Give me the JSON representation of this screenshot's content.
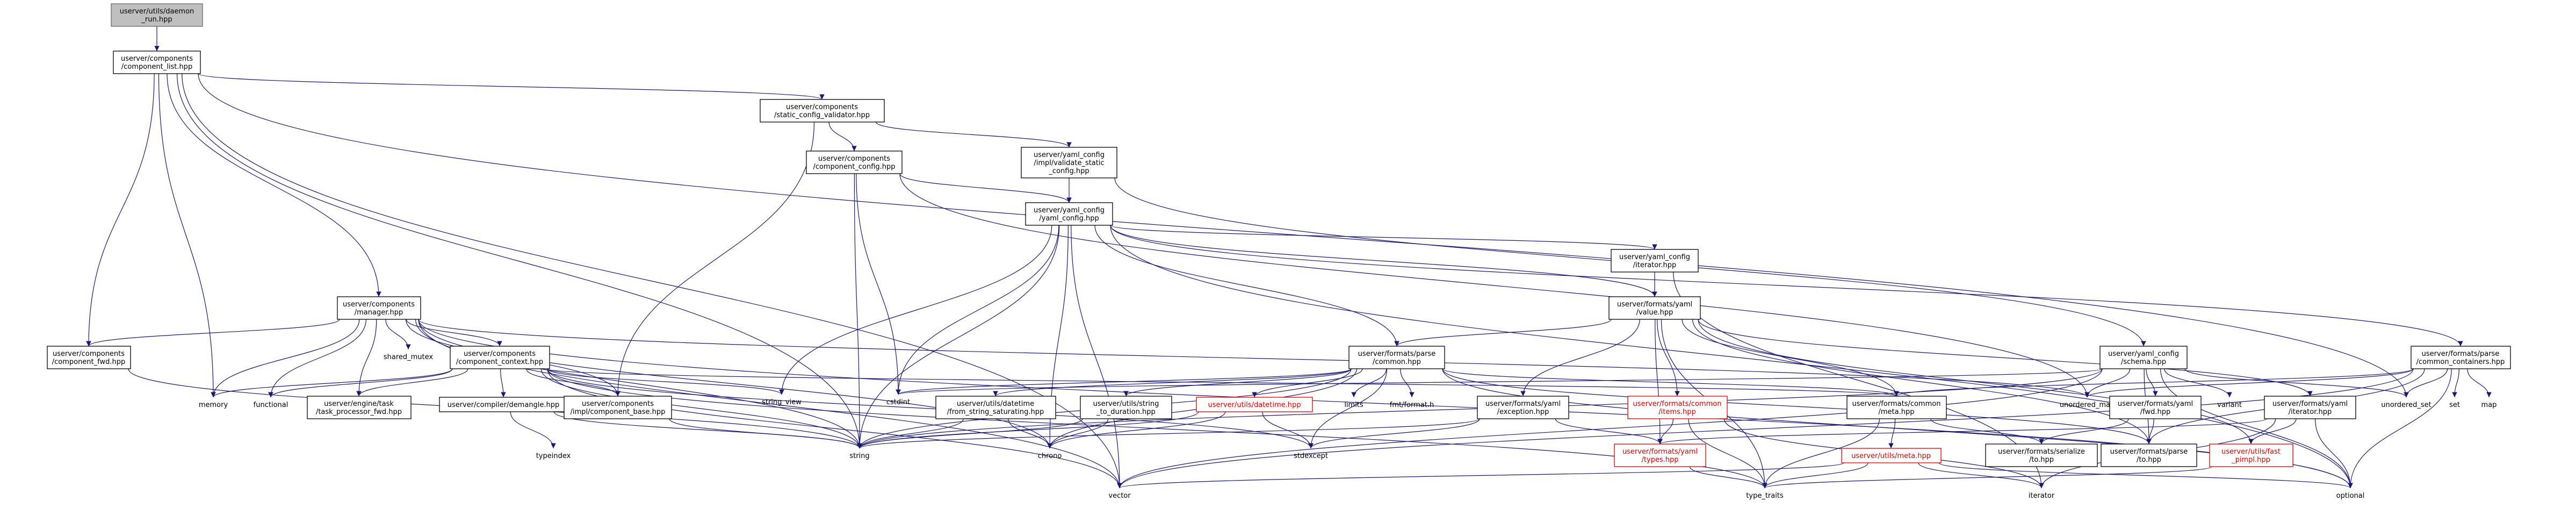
{
  "colors": {
    "edge": "#191970",
    "root_fill": "#bfbfbf",
    "missing_border": "#e00000",
    "box_border": "#000000"
  },
  "nodes": [
    {
      "id": "root",
      "lines": [
        "userver/utils/daemon",
        "_run.hpp"
      ],
      "style": "root"
    },
    {
      "id": "component_list",
      "lines": [
        "userver/components",
        "/component_list.hpp"
      ]
    },
    {
      "id": "static_config_validator",
      "lines": [
        "userver/components",
        "/static_config_validator.hpp"
      ]
    },
    {
      "id": "component_config",
      "lines": [
        "userver/components",
        "/component_config.hpp"
      ]
    },
    {
      "id": "validate_static_config",
      "lines": [
        "userver/yaml_config",
        "/impl/validate_static",
        "_config.hpp"
      ]
    },
    {
      "id": "yaml_config",
      "lines": [
        "userver/yaml_config",
        "/yaml_config.hpp"
      ]
    },
    {
      "id": "manager",
      "lines": [
        "userver/components",
        "/manager.hpp"
      ]
    },
    {
      "id": "component_fwd",
      "lines": [
        "userver/components",
        "/component_fwd.hpp"
      ]
    },
    {
      "id": "component_context",
      "lines": [
        "userver/components",
        "/component_context.hpp"
      ]
    },
    {
      "id": "shared_mutex",
      "lines": [
        "shared_mutex"
      ],
      "style": "plain"
    },
    {
      "id": "memory",
      "lines": [
        "memory"
      ],
      "style": "plain"
    },
    {
      "id": "functional",
      "lines": [
        "functional"
      ],
      "style": "plain"
    },
    {
      "id": "task_processor_fwd",
      "lines": [
        "userver/engine/task",
        "/task_processor_fwd.hpp"
      ]
    },
    {
      "id": "demangle",
      "lines": [
        "userver/compiler/demangle.hpp"
      ]
    },
    {
      "id": "component_base",
      "lines": [
        "userver/components",
        "/impl/component_base.hpp"
      ]
    },
    {
      "id": "typeindex",
      "lines": [
        "typeindex"
      ],
      "style": "plain"
    },
    {
      "id": "string_view",
      "lines": [
        "string_view"
      ],
      "style": "plain"
    },
    {
      "id": "string",
      "lines": [
        "string"
      ],
      "style": "plain"
    },
    {
      "id": "vector",
      "lines": [
        "vector"
      ],
      "style": "plain"
    },
    {
      "id": "chrono",
      "lines": [
        "chrono"
      ],
      "style": "plain"
    },
    {
      "id": "cstdint",
      "lines": [
        "cstdint"
      ],
      "style": "plain"
    },
    {
      "id": "yaml_iterator_hpp",
      "lines": [
        "userver/yaml_config",
        "/iterator.hpp"
      ]
    },
    {
      "id": "yaml_value",
      "lines": [
        "userver/formats/yaml",
        "/value.hpp"
      ]
    },
    {
      "id": "parse_common",
      "lines": [
        "userver/formats/parse",
        "/common.hpp"
      ]
    },
    {
      "id": "limits",
      "lines": [
        "limits"
      ],
      "style": "plain"
    },
    {
      "id": "fmt_format",
      "lines": [
        "fmt/format.h"
      ],
      "style": "plain"
    },
    {
      "id": "from_string_saturating",
      "lines": [
        "userver/utils/datetime",
        "/from_string_saturating.hpp"
      ]
    },
    {
      "id": "string_to_duration",
      "lines": [
        "userver/utils/string",
        "_to_duration.hpp"
      ]
    },
    {
      "id": "utils_datetime",
      "lines": [
        "userver/utils/datetime.hpp"
      ],
      "style": "red"
    },
    {
      "id": "stdexcept",
      "lines": [
        "stdexcept"
      ],
      "style": "plain"
    },
    {
      "id": "yaml_exception",
      "lines": [
        "userver/formats/yaml",
        "/exception.hpp"
      ]
    },
    {
      "id": "common_items",
      "lines": [
        "userver/formats/common",
        "/items.hpp"
      ],
      "style": "red"
    },
    {
      "id": "yaml_types",
      "lines": [
        "userver/formats/yaml",
        "/types.hpp"
      ],
      "style": "red"
    },
    {
      "id": "common_meta",
      "lines": [
        "userver/formats/common",
        "/meta.hpp"
      ]
    },
    {
      "id": "utils_meta",
      "lines": [
        "userver/utils/meta.hpp"
      ],
      "style": "red"
    },
    {
      "id": "type_traits",
      "lines": [
        "type_traits"
      ],
      "style": "plain"
    },
    {
      "id": "iterator",
      "lines": [
        "iterator"
      ],
      "style": "plain"
    },
    {
      "id": "schema",
      "lines": [
        "userver/yaml_config",
        "/schema.hpp"
      ]
    },
    {
      "id": "unordered_map",
      "lines": [
        "unordered_map"
      ],
      "style": "plain"
    },
    {
      "id": "variant",
      "lines": [
        "variant"
      ],
      "style": "plain"
    },
    {
      "id": "yaml_fwd",
      "lines": [
        "userver/formats/yaml",
        "/fwd.hpp"
      ]
    },
    {
      "id": "serialize_to",
      "lines": [
        "userver/formats/serialize",
        "/to.hpp"
      ]
    },
    {
      "id": "parse_to",
      "lines": [
        "userver/formats/parse",
        "/to.hpp"
      ]
    },
    {
      "id": "formats_yaml_iterator",
      "lines": [
        "userver/formats/yaml",
        "/iterator.hpp"
      ]
    },
    {
      "id": "fast_pimpl",
      "lines": [
        "userver/utils/fast",
        "_pimpl.hpp"
      ],
      "style": "red"
    },
    {
      "id": "optional",
      "lines": [
        "optional"
      ],
      "style": "plain"
    },
    {
      "id": "common_containers",
      "lines": [
        "userver/formats/parse",
        "/common_containers.hpp"
      ]
    },
    {
      "id": "unordered_set",
      "lines": [
        "unordered_set"
      ],
      "style": "plain"
    },
    {
      "id": "set",
      "lines": [
        "set"
      ],
      "style": "plain"
    },
    {
      "id": "map",
      "lines": [
        "map"
      ],
      "style": "plain"
    }
  ],
  "edges": [
    [
      "root",
      "component_list"
    ],
    [
      "component_list",
      "static_config_validator"
    ],
    [
      "component_list",
      "manager"
    ],
    [
      "component_list",
      "component_fwd"
    ],
    [
      "component_list",
      "memory"
    ],
    [
      "component_list",
      "string"
    ],
    [
      "component_list",
      "vector"
    ],
    [
      "component_list",
      "unordered_set"
    ],
    [
      "static_config_validator",
      "component_config"
    ],
    [
      "static_config_validator",
      "validate_static_config"
    ],
    [
      "static_config_validator",
      "component_base"
    ],
    [
      "component_config",
      "yaml_config"
    ],
    [
      "component_config",
      "string"
    ],
    [
      "component_config",
      "cstdint"
    ],
    [
      "component_config",
      "unordered_map"
    ],
    [
      "validate_static_config",
      "yaml_config"
    ],
    [
      "validate_static_config",
      "schema"
    ],
    [
      "yaml_config",
      "yaml_iterator_hpp"
    ],
    [
      "yaml_config",
      "yaml_value"
    ],
    [
      "yaml_config",
      "parse_common"
    ],
    [
      "yaml_config",
      "common_containers"
    ],
    [
      "yaml_config",
      "string_view"
    ],
    [
      "yaml_config",
      "string"
    ],
    [
      "yaml_config",
      "cstdint"
    ],
    [
      "yaml_config",
      "chrono"
    ],
    [
      "yaml_config",
      "vector"
    ],
    [
      "yaml_config",
      "optional"
    ],
    [
      "yaml_iterator_hpp",
      "yaml_value"
    ],
    [
      "yaml_iterator_hpp",
      "iterator"
    ],
    [
      "yaml_value",
      "parse_common"
    ],
    [
      "yaml_value",
      "yaml_exception"
    ],
    [
      "yaml_value",
      "common_items"
    ],
    [
      "yaml_value",
      "common_meta"
    ],
    [
      "yaml_value",
      "yaml_types"
    ],
    [
      "yaml_value",
      "formats_yaml_iterator"
    ],
    [
      "yaml_value",
      "parse_to"
    ],
    [
      "yaml_value",
      "type_traits"
    ],
    [
      "yaml_value",
      "fast_pimpl"
    ],
    [
      "parse_common",
      "from_string_saturating"
    ],
    [
      "parse_common",
      "string_to_duration"
    ],
    [
      "parse_common",
      "utils_datetime"
    ],
    [
      "parse_common",
      "limits"
    ],
    [
      "parse_common",
      "fmt_format"
    ],
    [
      "parse_common",
      "common_meta"
    ],
    [
      "parse_common",
      "parse_to"
    ],
    [
      "parse_common",
      "string"
    ],
    [
      "parse_common",
      "chrono"
    ],
    [
      "parse_common",
      "stdexcept"
    ],
    [
      "parse_common",
      "cstdint"
    ],
    [
      "parse_common",
      "optional"
    ],
    [
      "from_string_saturating",
      "chrono"
    ],
    [
      "from_string_saturating",
      "string"
    ],
    [
      "string_to_duration",
      "chrono"
    ],
    [
      "string_to_duration",
      "string"
    ],
    [
      "utils_datetime",
      "chrono"
    ],
    [
      "utils_datetime",
      "string"
    ],
    [
      "utils_datetime",
      "stdexcept"
    ],
    [
      "yaml_exception",
      "yaml_types"
    ],
    [
      "yaml_exception",
      "string"
    ],
    [
      "yaml_exception",
      "stdexcept"
    ],
    [
      "common_items",
      "yaml_types"
    ],
    [
      "common_items",
      "iterator"
    ],
    [
      "common_items",
      "type_traits"
    ],
    [
      "yaml_types",
      "type_traits"
    ],
    [
      "common_meta",
      "utils_meta"
    ],
    [
      "common_meta",
      "type_traits"
    ],
    [
      "common_meta",
      "serialize_to"
    ],
    [
      "utils_meta",
      "type_traits"
    ],
    [
      "utils_meta",
      "iterator"
    ],
    [
      "utils_meta",
      "optional"
    ],
    [
      "utils_meta",
      "vector"
    ],
    [
      "manager",
      "component_context"
    ],
    [
      "manager",
      "component_fwd"
    ],
    [
      "manager",
      "component_base"
    ],
    [
      "manager",
      "shared_mutex"
    ],
    [
      "manager",
      "memory"
    ],
    [
      "manager",
      "functional"
    ],
    [
      "manager",
      "task_processor_fwd"
    ],
    [
      "manager",
      "string"
    ],
    [
      "manager",
      "vector"
    ],
    [
      "manager",
      "unordered_map"
    ],
    [
      "manager",
      "optional"
    ],
    [
      "manager",
      "chrono"
    ],
    [
      "component_fwd",
      "string"
    ],
    [
      "component_context",
      "demangle"
    ],
    [
      "component_context",
      "component_base"
    ],
    [
      "component_context",
      "task_processor_fwd"
    ],
    [
      "component_context",
      "memory"
    ],
    [
      "component_context",
      "functional"
    ],
    [
      "component_context",
      "string_view"
    ],
    [
      "component_context",
      "string"
    ],
    [
      "component_context",
      "vector"
    ],
    [
      "component_context",
      "stdexcept"
    ],
    [
      "component_context",
      "type_traits"
    ],
    [
      "component_context",
      "common_meta"
    ],
    [
      "demangle",
      "string"
    ],
    [
      "demangle",
      "typeindex"
    ],
    [
      "component_base",
      "string"
    ],
    [
      "schema",
      "yaml_fwd"
    ],
    [
      "schema",
      "parse_to"
    ],
    [
      "schema",
      "unordered_map"
    ],
    [
      "schema",
      "unordered_set"
    ],
    [
      "schema",
      "variant"
    ],
    [
      "schema",
      "string"
    ],
    [
      "schema",
      "vector"
    ],
    [
      "schema",
      "optional"
    ],
    [
      "schema",
      "cstdint"
    ],
    [
      "yaml_fwd",
      "serialize_to"
    ],
    [
      "yaml_fwd",
      "parse_to"
    ],
    [
      "formats_yaml_iterator",
      "yaml_types"
    ],
    [
      "formats_yaml_iterator",
      "iterator"
    ],
    [
      "formats_yaml_iterator",
      "optional"
    ],
    [
      "formats_yaml_iterator",
      "fast_pimpl"
    ],
    [
      "fast_pimpl",
      "type_traits"
    ],
    [
      "common_containers",
      "unordered_map"
    ],
    [
      "common_containers",
      "unordered_set"
    ],
    [
      "common_containers",
      "set"
    ],
    [
      "common_containers",
      "map"
    ],
    [
      "common_containers",
      "vector"
    ],
    [
      "common_containers",
      "optional"
    ],
    [
      "common_containers",
      "parse_to"
    ],
    [
      "common_containers",
      "common_meta"
    ]
  ]
}
